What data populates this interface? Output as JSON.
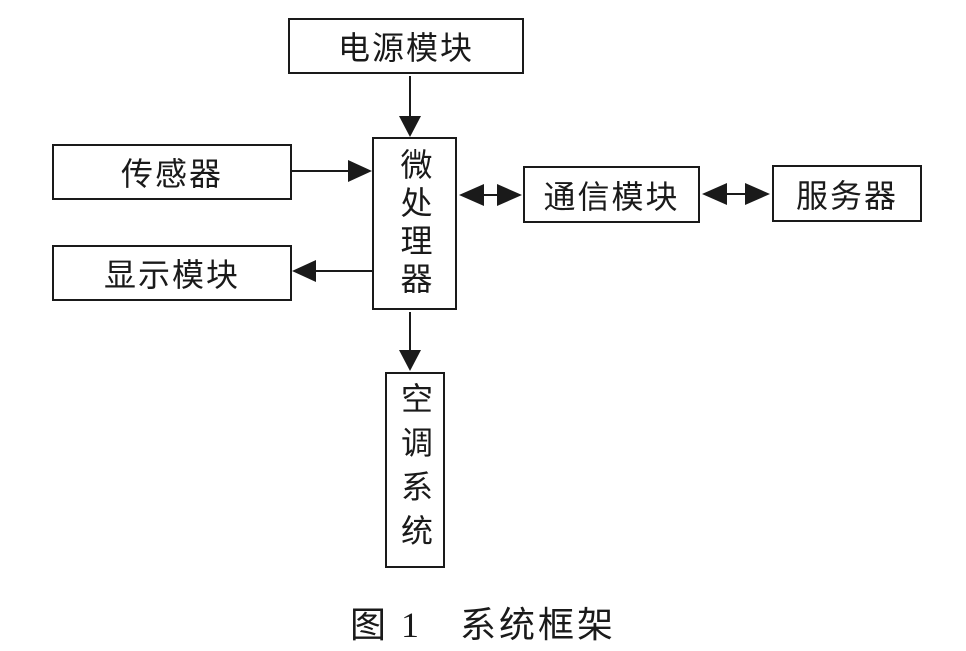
{
  "diagram": {
    "nodes": {
      "power": {
        "label": "电源模块",
        "orientation": "horizontal"
      },
      "sensor": {
        "label": "传感器",
        "orientation": "horizontal"
      },
      "display": {
        "label": "显示模块",
        "orientation": "horizontal"
      },
      "mcu": {
        "label": "微处理器",
        "orientation": "vertical"
      },
      "comm": {
        "label": "通信模块",
        "orientation": "horizontal"
      },
      "server": {
        "label": "服务器",
        "orientation": "horizontal"
      },
      "ac": {
        "label": "空调系统",
        "orientation": "vertical"
      }
    },
    "edges": [
      {
        "from": "power",
        "to": "mcu",
        "type": "arrow",
        "direction": "down"
      },
      {
        "from": "sensor",
        "to": "mcu",
        "type": "arrow",
        "direction": "right"
      },
      {
        "from": "mcu",
        "to": "display",
        "type": "arrow",
        "direction": "left"
      },
      {
        "from": "mcu",
        "to": "comm",
        "type": "double-arrow",
        "direction": "horizontal"
      },
      {
        "from": "comm",
        "to": "server",
        "type": "double-arrow",
        "direction": "horizontal"
      },
      {
        "from": "mcu",
        "to": "ac",
        "type": "arrow",
        "direction": "down"
      }
    ],
    "caption": {
      "figure": "图 1",
      "title": "系统框架"
    }
  },
  "colors": {
    "line": "#1a1a1a",
    "background": "#ffffff"
  }
}
